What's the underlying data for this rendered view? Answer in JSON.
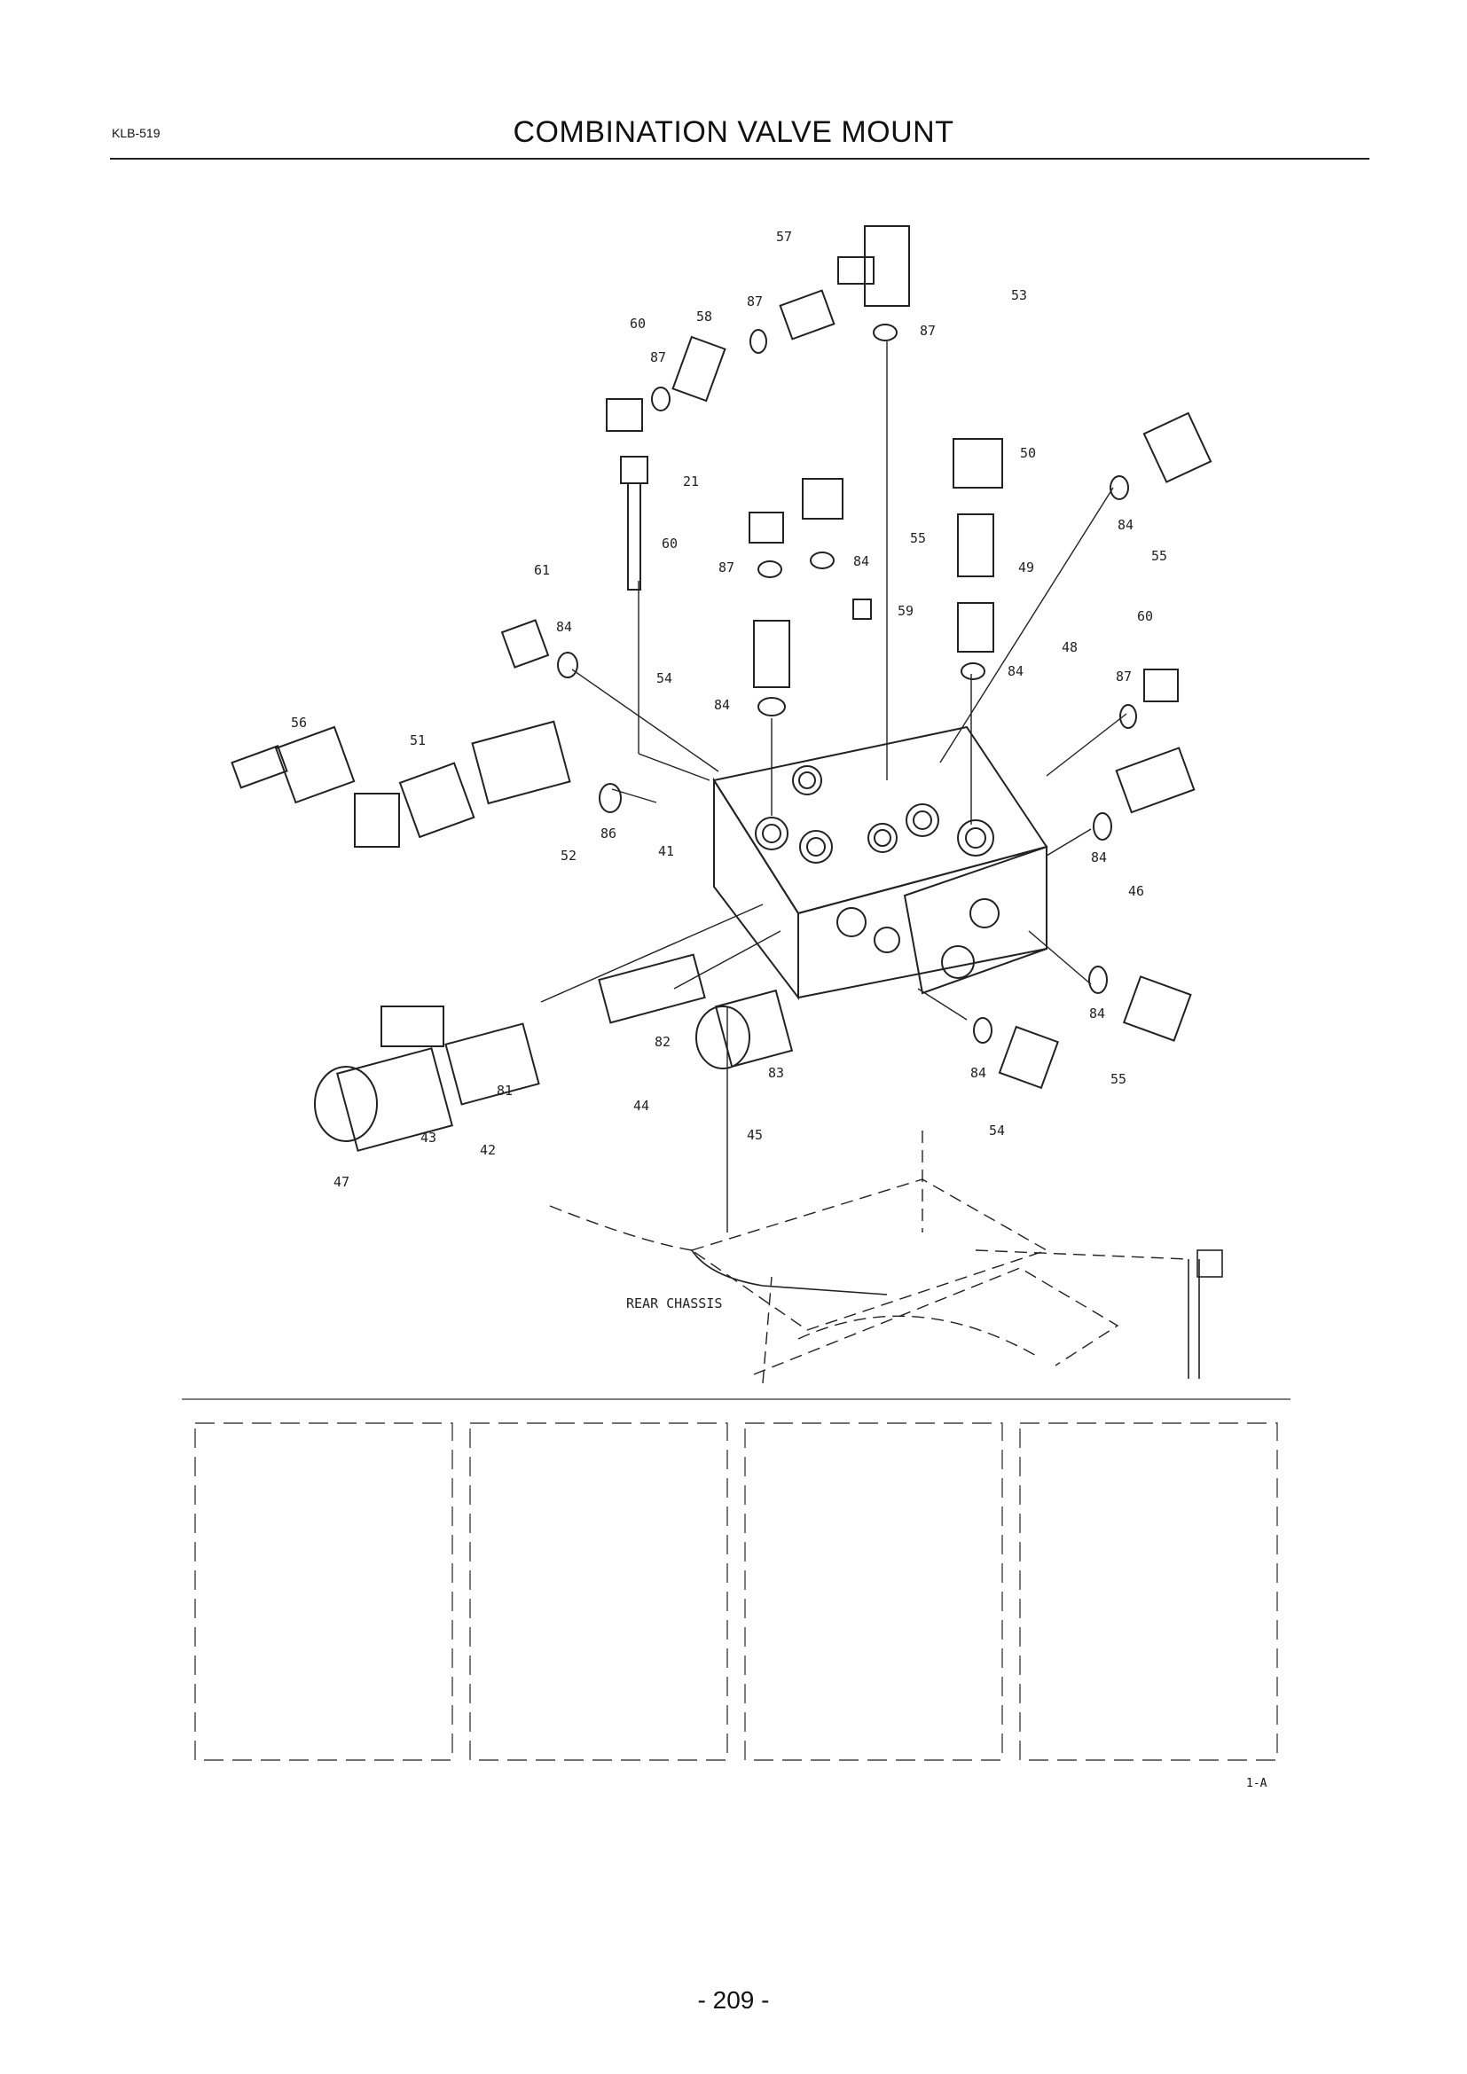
{
  "header": {
    "doc_code": "KLB-519",
    "title": "COMBINATION VALVE MOUNT"
  },
  "callouts": [
    "57",
    "53",
    "87",
    "58",
    "60",
    "87",
    "87",
    "50",
    "21",
    "55",
    "60",
    "87",
    "84",
    "55",
    "84",
    "49",
    "61",
    "59",
    "84",
    "48",
    "84",
    "60",
    "54",
    "84",
    "87",
    "56",
    "51",
    "86",
    "52",
    "41",
    "84",
    "46",
    "82",
    "84",
    "81",
    "44",
    "83",
    "55",
    "42",
    "43",
    "45",
    "84",
    "54",
    "47"
  ],
  "labels": {
    "rear_chassis": "REAR CHASSIS"
  },
  "footer": {
    "figure_ref": "1-A",
    "page_number": "- 209 -"
  }
}
